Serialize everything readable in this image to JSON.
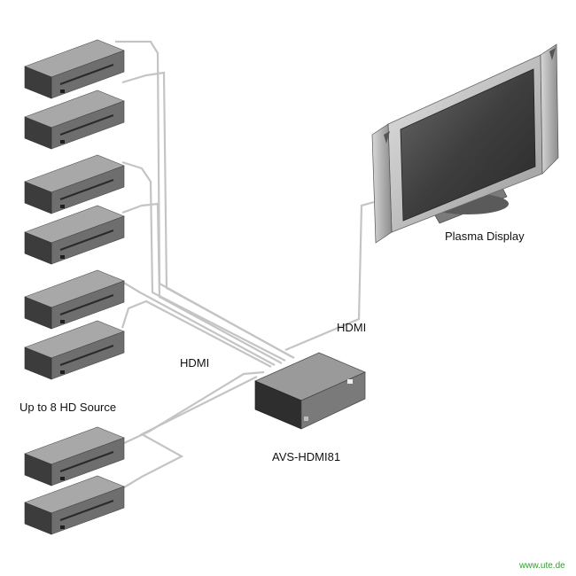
{
  "labels": {
    "display": "Plasma Display",
    "hdmi_display": "HDMI",
    "hdmi_sources": "HDMI",
    "sources": "Up to 8 HD Source",
    "switch": "AVS-HDMI81",
    "watermark": "www.ute.de"
  },
  "colors": {
    "cable": "#c4c4c4",
    "device_top": "#a3a3a3",
    "device_front": "#6e6e6e",
    "device_side": "#3c3c3c",
    "switch_body": "#8a8a8a",
    "screen": "#4a4a4a",
    "bezel": "#bdbdbd",
    "watermark": "#33a033"
  },
  "icons": {
    "source": "hd-source-box-icon",
    "switch": "hdmi-switch-icon",
    "display": "plasma-display-icon"
  },
  "source_count": 8
}
